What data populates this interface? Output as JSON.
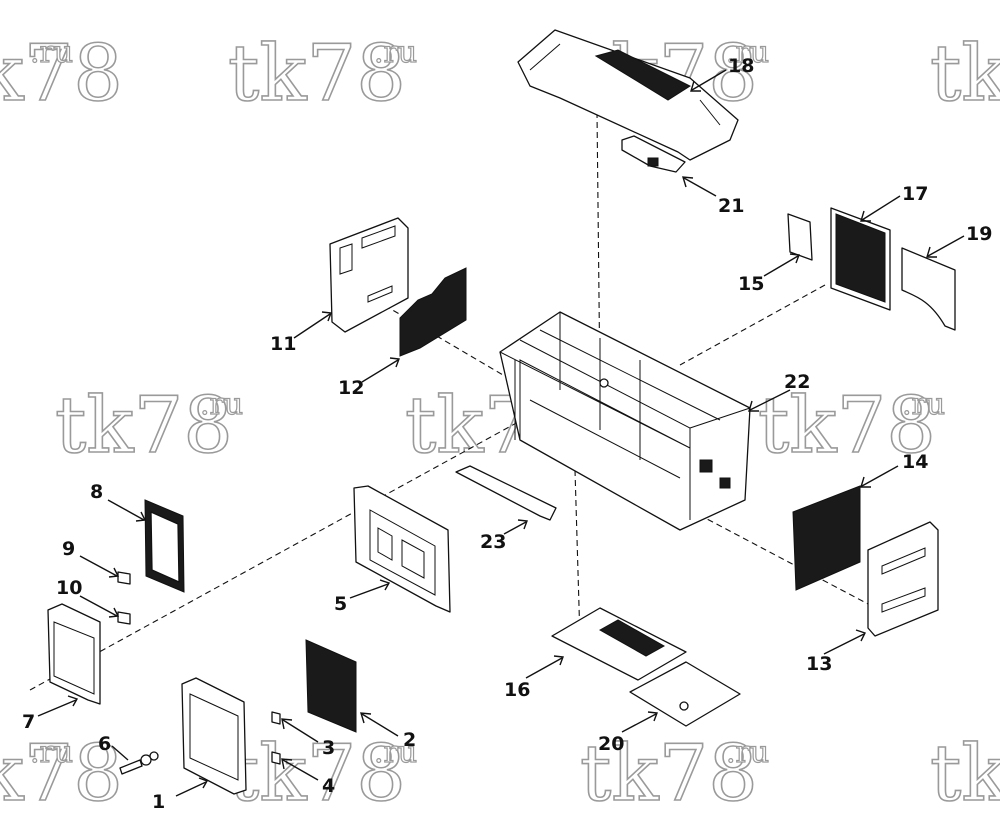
{
  "watermark": {
    "main": "tk78",
    "sup": ".ru"
  },
  "callouts": [
    {
      "id": "1",
      "label": "1"
    },
    {
      "id": "2",
      "label": "2"
    },
    {
      "id": "3",
      "label": "3"
    },
    {
      "id": "4",
      "label": "4"
    },
    {
      "id": "5",
      "label": "5"
    },
    {
      "id": "6",
      "label": "6"
    },
    {
      "id": "7",
      "label": "7"
    },
    {
      "id": "8",
      "label": "8"
    },
    {
      "id": "9",
      "label": "9"
    },
    {
      "id": "10",
      "label": "10"
    },
    {
      "id": "11",
      "label": "11"
    },
    {
      "id": "12",
      "label": "12"
    },
    {
      "id": "13",
      "label": "13"
    },
    {
      "id": "14",
      "label": "14"
    },
    {
      "id": "15",
      "label": "15"
    },
    {
      "id": "16",
      "label": "16"
    },
    {
      "id": "17",
      "label": "17"
    },
    {
      "id": "18",
      "label": "18"
    },
    {
      "id": "19",
      "label": "19"
    },
    {
      "id": "20",
      "label": "20"
    },
    {
      "id": "21",
      "label": "21"
    },
    {
      "id": "22",
      "label": "22"
    },
    {
      "id": "23",
      "label": "23"
    }
  ],
  "colors": {
    "ink": "#111111",
    "watermark": "#9a9a9a",
    "background": "#ffffff"
  }
}
